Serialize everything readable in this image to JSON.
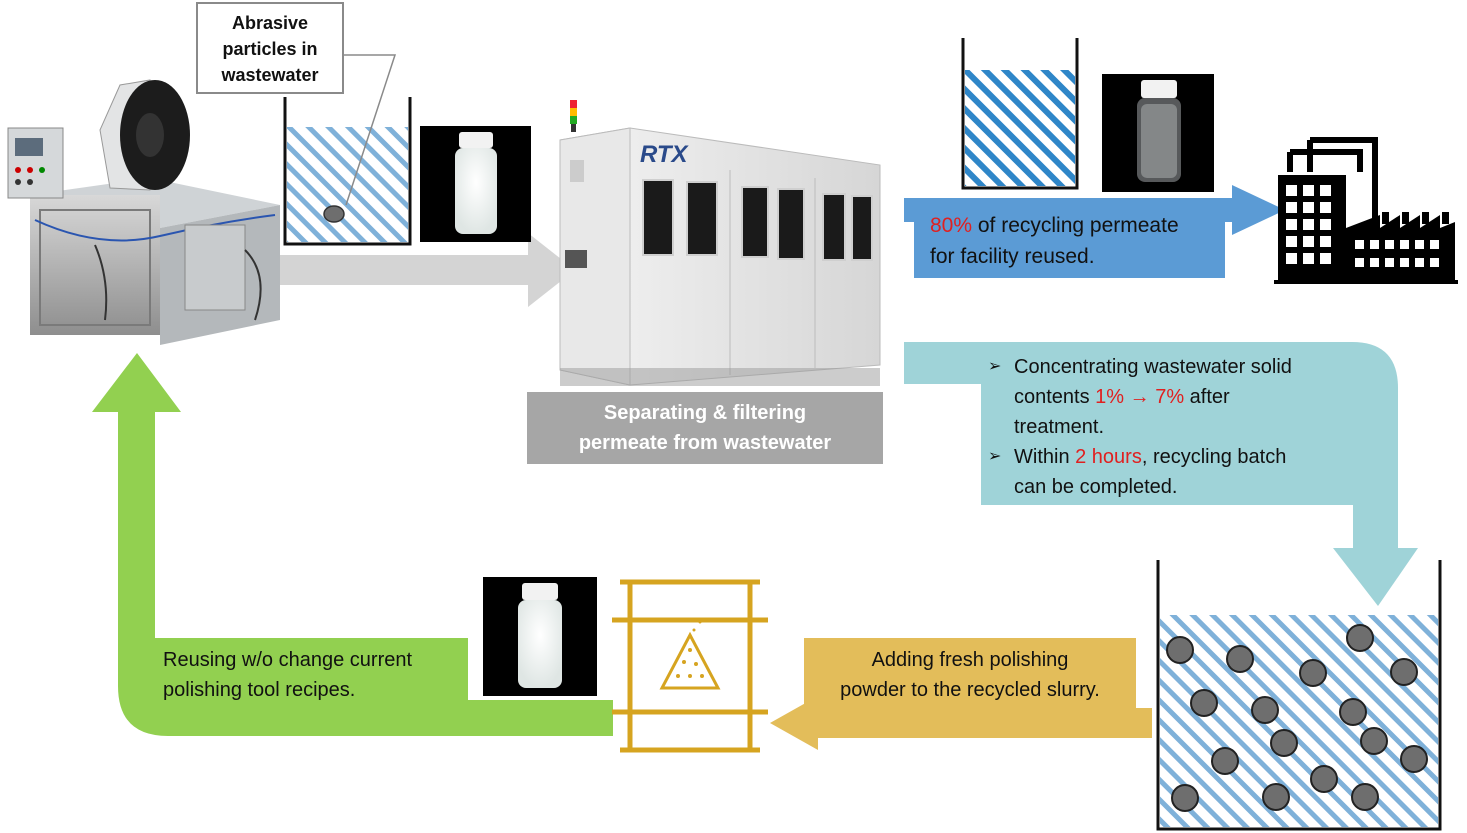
{
  "callout": {
    "line1": "Abrasive",
    "line2": "particles in",
    "line3": "wastewater"
  },
  "separator": {
    "brand": "RTX",
    "label_line1": "Separating & filtering",
    "label_line2": "permeate from wastewater"
  },
  "recycle": {
    "percent": "80%",
    "line1_rest": " of recycling permeate",
    "line2": "for facility reused."
  },
  "concentrate": {
    "item1_a": "Concentrating wastewater  solid",
    "item1_b": "contents ",
    "item1_red": "1% → 7%",
    "item1_c": " after",
    "item1_d": "treatment.",
    "item2_a": "Within ",
    "item2_red": "2 hours",
    "item2_b": ", recycling batch",
    "item2_c": "can be completed.",
    "bullet": "➢"
  },
  "adding": {
    "line1": "Adding fresh polishing",
    "line2": "powder to the recycled slurry."
  },
  "reusing": {
    "line1": "Reusing w/o change current",
    "line2": "polishing tool recipes."
  },
  "colors": {
    "gray_arrow": "#d4d4d4",
    "blue_arrow": "#5b9bd5",
    "teal_arrow": "#9fd3d8",
    "gold_arrow": "#e3bd5a",
    "green_arrow": "#92d050",
    "hatch": "#7fb1d9",
    "particle": "#6e6e6e",
    "drum": "#d6a420"
  },
  "icons": [
    "polishing-machine-icon",
    "filter-machine-icon",
    "factory-icon",
    "barrel-icon",
    "bottle-icon"
  ]
}
